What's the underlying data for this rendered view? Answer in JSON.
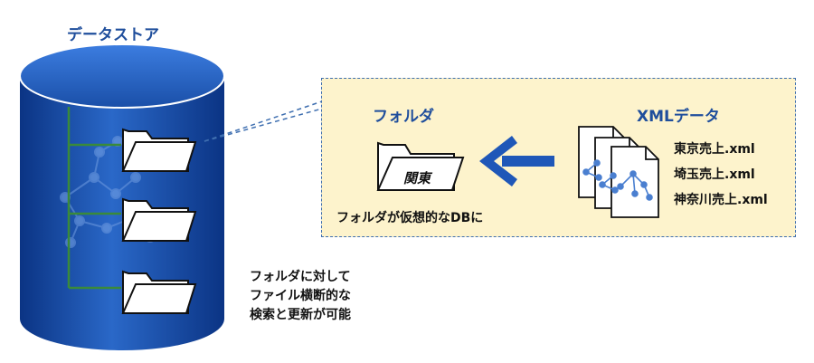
{
  "datastore": {
    "title": "データストア"
  },
  "panel": {
    "folder_heading": "フォルダ",
    "folder_label": "関東",
    "folder_caption": "フォルダが仮想的なDBに",
    "xml_heading": "XMLデータ",
    "files": [
      "東京売上.xml",
      "埼玉売上.xml",
      "神奈川売上.xml"
    ]
  },
  "note": {
    "lines": [
      "フォルダに対して",
      "ファイル横断的な",
      "検索と更新が可能"
    ]
  },
  "colors": {
    "title_blue": "#1f4e9c",
    "cylinder_dark": "#0d3a8c",
    "cylinder_light": "#2f6fd0",
    "panel_fill": "#fdf3cc",
    "arrow_blue": "#1f57b8",
    "tree_green": "#3a8a3a"
  },
  "icons": [
    "database-cylinder-icon",
    "folder-icon",
    "xml-document-icon",
    "left-arrow-icon"
  ]
}
